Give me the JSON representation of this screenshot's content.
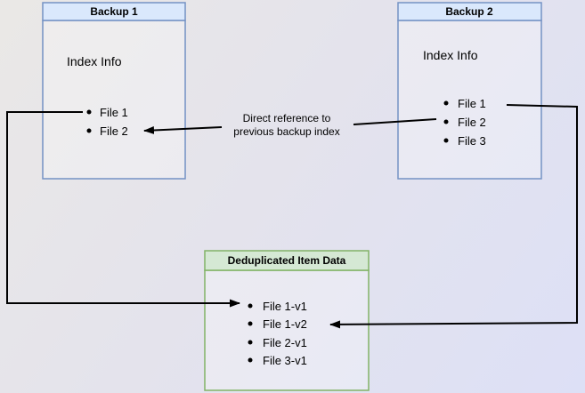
{
  "backup1": {
    "title": "Backup 1",
    "label": "Index Info",
    "files": [
      "File 1",
      "File 2"
    ]
  },
  "backup2": {
    "title": "Backup 2",
    "label": "Index Info",
    "files": [
      "File 1",
      "File 2",
      "File 3"
    ]
  },
  "dedup": {
    "title": "Deduplicated Item Data",
    "files": [
      "File 1-v1",
      "File 1-v2",
      "File 2-v1",
      "File 3-v1"
    ]
  },
  "edge_label": {
    "line1": "Direct reference to",
    "line2": "previous backup index"
  },
  "colors": {
    "blue_fill": "#dae8fc",
    "blue_stroke": "#7492c4",
    "green_fill": "#d5e8d4",
    "green_stroke": "#82b366",
    "connector": "#000000",
    "background_start": "#eae8e6",
    "background_end": "#dde0f6"
  }
}
